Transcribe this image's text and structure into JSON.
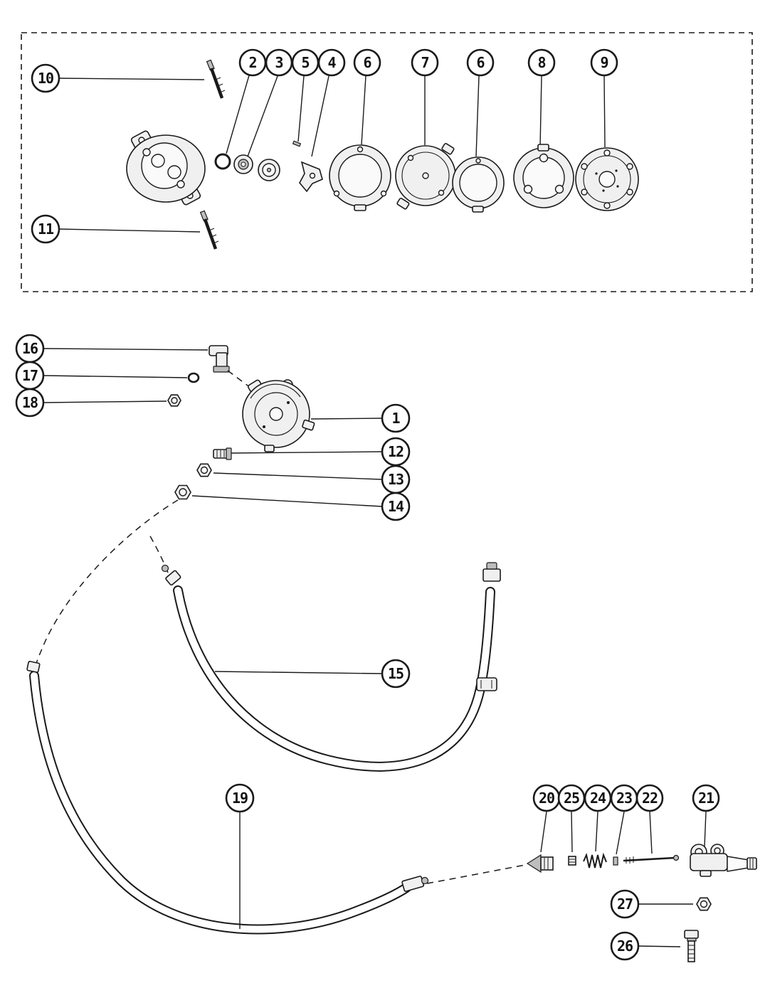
{
  "colors": {
    "ink": "#1a1a1a",
    "paper": "#ffffff",
    "part_fill": "#f0f0f0"
  },
  "callouts": {
    "k10": "10",
    "k2": "2",
    "k3": "3",
    "k5": "5",
    "k4": "4",
    "k6a": "6",
    "k7": "7",
    "k6b": "6",
    "k8": "8",
    "k9": "9",
    "k11": "11",
    "k16": "16",
    "k17": "17",
    "k18": "18",
    "k1": "1",
    "k12": "12",
    "k13": "13",
    "k14": "14",
    "k15": "15",
    "k19": "19",
    "k20": "20",
    "k25": "25",
    "k24": "24",
    "k23": "23",
    "k22": "22",
    "k21": "21",
    "k27": "27",
    "k26": "26"
  }
}
